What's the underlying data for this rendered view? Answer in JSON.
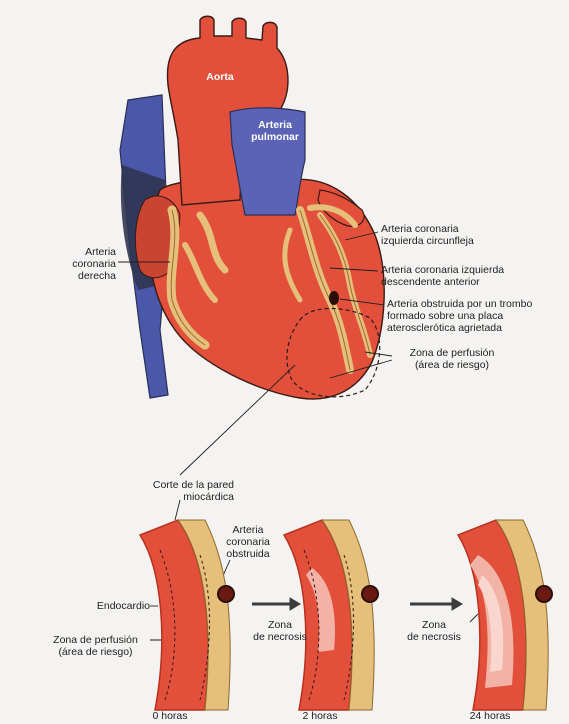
{
  "labels": {
    "aorta": "Aorta",
    "pulmonary_artery": [
      "Arteria",
      "pulmonar"
    ],
    "right_coronary": [
      "Arteria",
      "coronaria",
      "derecha"
    ],
    "left_circumflex": [
      "Arteria coronaria",
      "izquierda circunfleja"
    ],
    "left_anterior_descending": [
      "Arteria coronaria izquierda",
      "descendente anterior"
    ],
    "obstructed_artery": [
      "Arteria obstruida por un trombo",
      "formado sobre una placa",
      "aterosclerótica agrietada"
    ],
    "perfusion_zone_top": [
      "Zona de perfusión",
      "(área de riesgo)"
    ],
    "wall_section": [
      "Corte de la pared",
      "miocárdica"
    ],
    "obstructed_coronary": [
      "Arteria",
      "coronaria",
      "obstruida"
    ],
    "endocardium": "Endocardio",
    "perfusion_zone_bottom": [
      "Zona de perfusión",
      "(área de riesgo)"
    ],
    "necrosis_zone_1": [
      "Zona",
      "de necrosis"
    ],
    "necrosis_zone_2": [
      "Zona",
      "de necrosis"
    ],
    "time_0": "0 horas",
    "time_2": "2 horas",
    "time_24": "24 horas"
  },
  "colors": {
    "background": "#f4f3f1",
    "myocardium": "#e2503b",
    "myocardium_dark": "#b8301f",
    "pulmonary": "#5a63b5",
    "vena_cava": "#4b57a8",
    "coronary_vessel": "#e6c07a",
    "necrosis": "#f3b2a6",
    "necrosis_core": "#f9d7cf",
    "arrow": "#3c3c3c"
  },
  "timeline": {
    "stages": [
      "0 horas",
      "2 horas",
      "24 horas"
    ]
  }
}
